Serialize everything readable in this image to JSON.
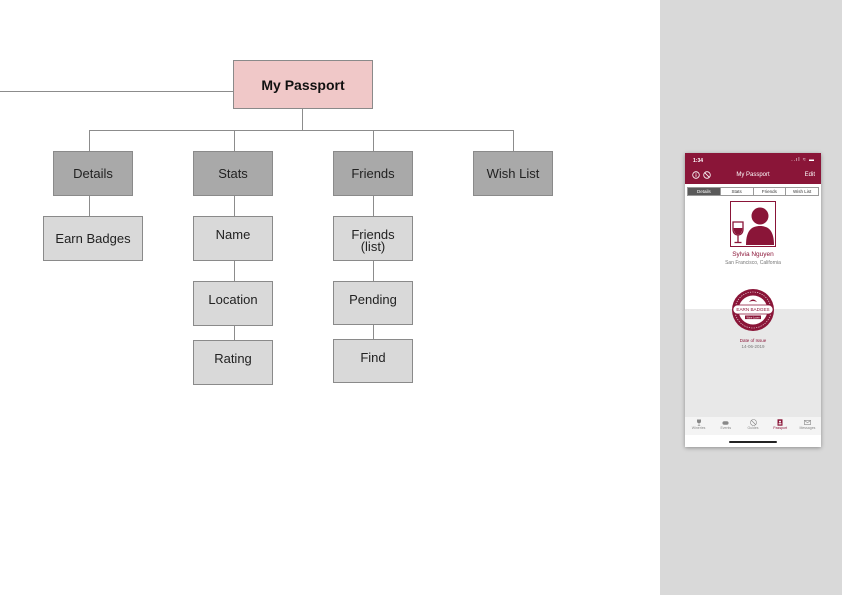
{
  "diagram": {
    "root": "My Passport",
    "columns": [
      {
        "label": "Details",
        "children": [
          "Earn Badges"
        ]
      },
      {
        "label": "Stats",
        "children": [
          "Name",
          "Location",
          "Rating"
        ]
      },
      {
        "label": "Friends",
        "children": [
          "Friends\n(list)",
          "Pending",
          "Find"
        ]
      },
      {
        "label": "Wish List",
        "children": []
      }
    ]
  },
  "phone": {
    "time": "1:34",
    "status_icons": "..ıl ≈ ▬",
    "title": "My Passport",
    "edit_label": "Edit",
    "tabs": [
      "Details",
      "Stats",
      "Friends",
      "Wish List"
    ],
    "active_tab": 0,
    "user_name": "Sylvia Nguyen",
    "user_location": "San Francisco, California",
    "badge_label": "EARN BADGES",
    "badge_sub": "Wine Lover",
    "date_label": "Date of Issue",
    "date_value": "14-06-2019",
    "nav": [
      {
        "label": "Wineries",
        "icon": "wine-glass-icon"
      },
      {
        "label": "Events",
        "icon": "ticket-icon"
      },
      {
        "label": "Guides",
        "icon": "compass-icon"
      },
      {
        "label": "Passport",
        "icon": "passport-icon"
      },
      {
        "label": "Messages",
        "icon": "envelope-icon"
      }
    ],
    "active_nav": 3,
    "brand_color": "#8a1538"
  }
}
